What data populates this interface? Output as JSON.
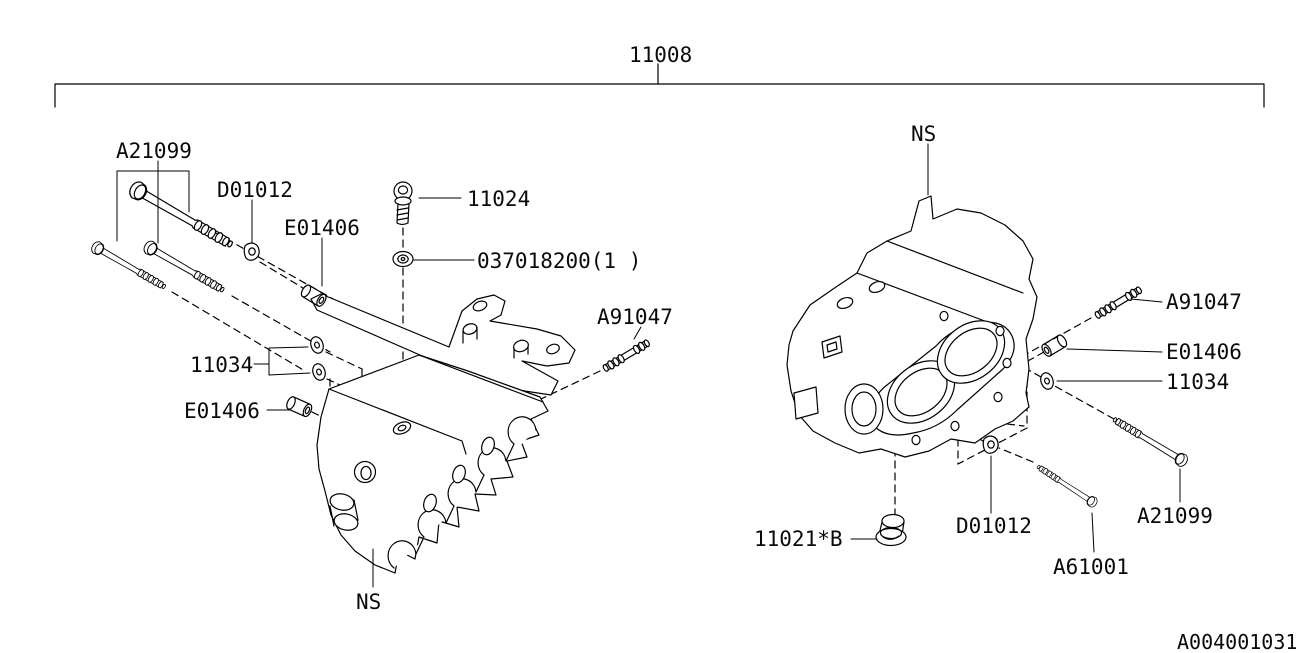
{
  "page": {
    "background_color": "#ffffff",
    "line_color": "#000000",
    "description": "Exploded parts diagram of an engine cylinder block (two block halves) with fastener callouts"
  },
  "assembly": {
    "number": "11008",
    "drawing_number": "A004001031"
  },
  "left_view": {
    "labels": {
      "a21099": "A21099",
      "d01012": "D01012",
      "e01406_upper": "E01406",
      "b11024": "11024",
      "w037018200": "037018200(1 )",
      "a91047": "A91047",
      "w11034": "11034",
      "e01406_lower": "E01406",
      "ns": "NS"
    }
  },
  "right_view": {
    "labels": {
      "ns": "NS",
      "a91047": "A91047",
      "e01406": "E01406",
      "w11034": "11034",
      "p11021b": "11021*B",
      "d01012": "D01012",
      "a21099": "A21099",
      "a61001": "A61001"
    }
  }
}
